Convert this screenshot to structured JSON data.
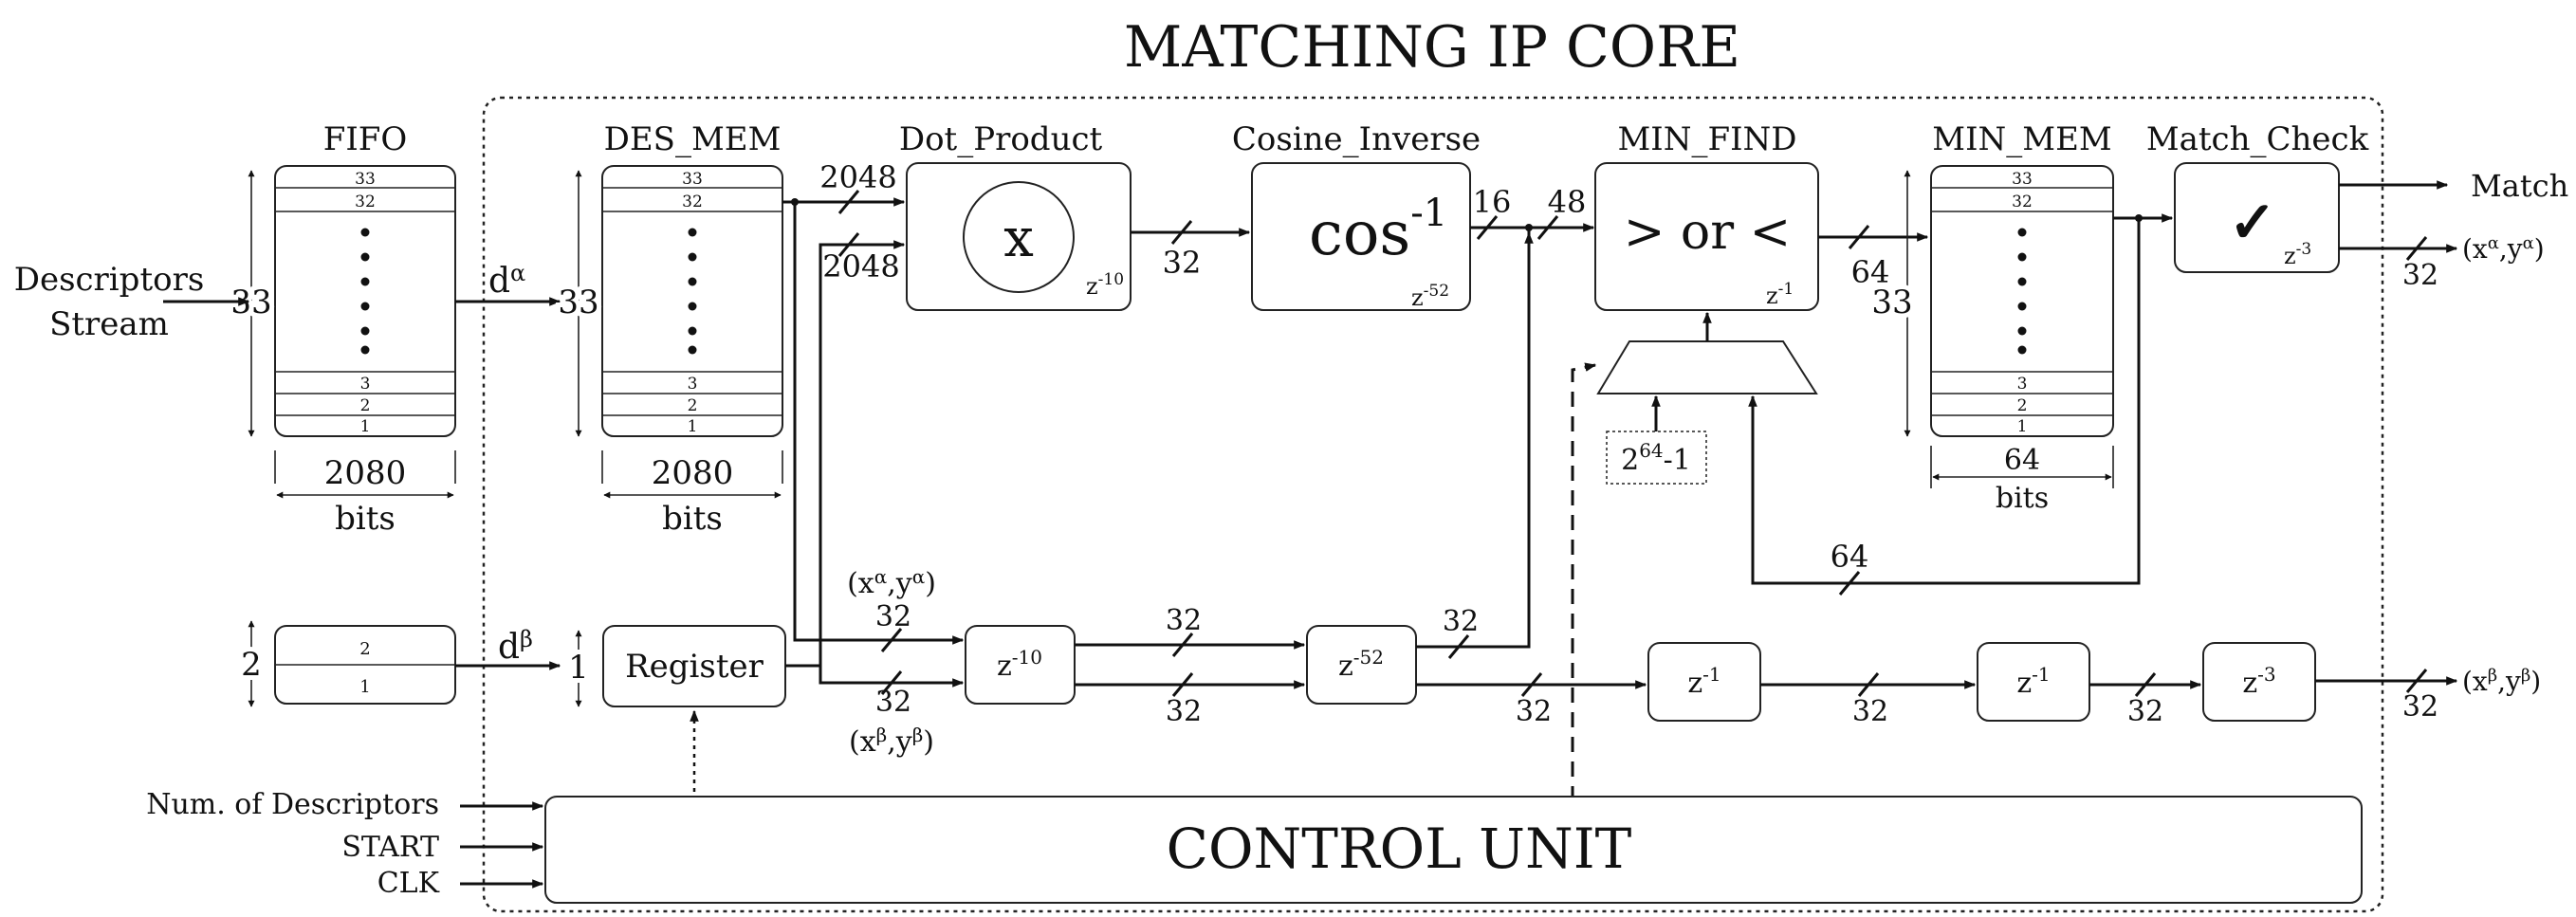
{
  "title": "MATCHING IP CORE",
  "inputs": {
    "descriptors_stream": [
      "Descriptors",
      "Stream"
    ],
    "num_desc": "Num. of Descriptors",
    "start": "START",
    "clk": "CLK"
  },
  "outputs": {
    "match": "Match",
    "xa_ya": "(x",
    "xb_yb": "(x"
  },
  "blocks": {
    "fifo": {
      "label": "FIFO",
      "rows_top": [
        "33",
        "32"
      ],
      "rows_bottom": [
        "3",
        "2",
        "1"
      ],
      "depth": "33",
      "width": "2080",
      "unit": "bits"
    },
    "des_mem": {
      "label": "DES_MEM",
      "rows_top": [
        "33",
        "32"
      ],
      "rows_bottom": [
        "3",
        "2",
        "1"
      ],
      "depth": "33",
      "width": "2080",
      "unit": "bits"
    },
    "min_mem": {
      "label": "MIN_MEM",
      "rows_top": [
        "33",
        "32"
      ],
      "rows_bottom": [
        "3",
        "2",
        "1"
      ],
      "depth": "33",
      "width": "64",
      "unit": "bits"
    },
    "small_fifo": {
      "rows": [
        "2",
        "1"
      ],
      "depth": "2"
    },
    "dot_product": {
      "label": "Dot_Product",
      "symbol": "x",
      "latency": "z",
      "latency_exp": "-10"
    },
    "cosine_inverse": {
      "label": "Cosine_Inverse",
      "symbol": "cos",
      "symbol_exp": "-1",
      "latency": "z",
      "latency_exp": "-52"
    },
    "min_find": {
      "label": "MIN_FIND",
      "symbol": "> or <",
      "latency": "z",
      "latency_exp": "-1"
    },
    "match_check": {
      "label": "Match_Check",
      "symbol": "✓",
      "latency": "z",
      "latency_exp": "-3"
    },
    "register": {
      "label": "Register",
      "depth": "1"
    },
    "mux_const": {
      "base": "2",
      "exp": "64",
      "tail": "-1"
    },
    "control_unit": {
      "label": "CONTROL UNIT"
    }
  },
  "delays": [
    {
      "base": "z",
      "exp": "-10"
    },
    {
      "base": "z",
      "exp": "-52"
    },
    {
      "base": "z",
      "exp": "-1"
    },
    {
      "base": "z",
      "exp": "-1"
    },
    {
      "base": "z",
      "exp": "-3"
    }
  ],
  "signals": {
    "d_alpha": "d",
    "alpha": "α",
    "d_beta": "d",
    "beta": "β",
    "xa": "(x",
    "xa_tail": ",y",
    "xb": "(x",
    "xb_tail": ",y",
    "close": ")"
  },
  "bus_widths": {
    "w2048": "2048",
    "w32": "32",
    "w16": "16",
    "w48": "48",
    "w64": "64"
  }
}
